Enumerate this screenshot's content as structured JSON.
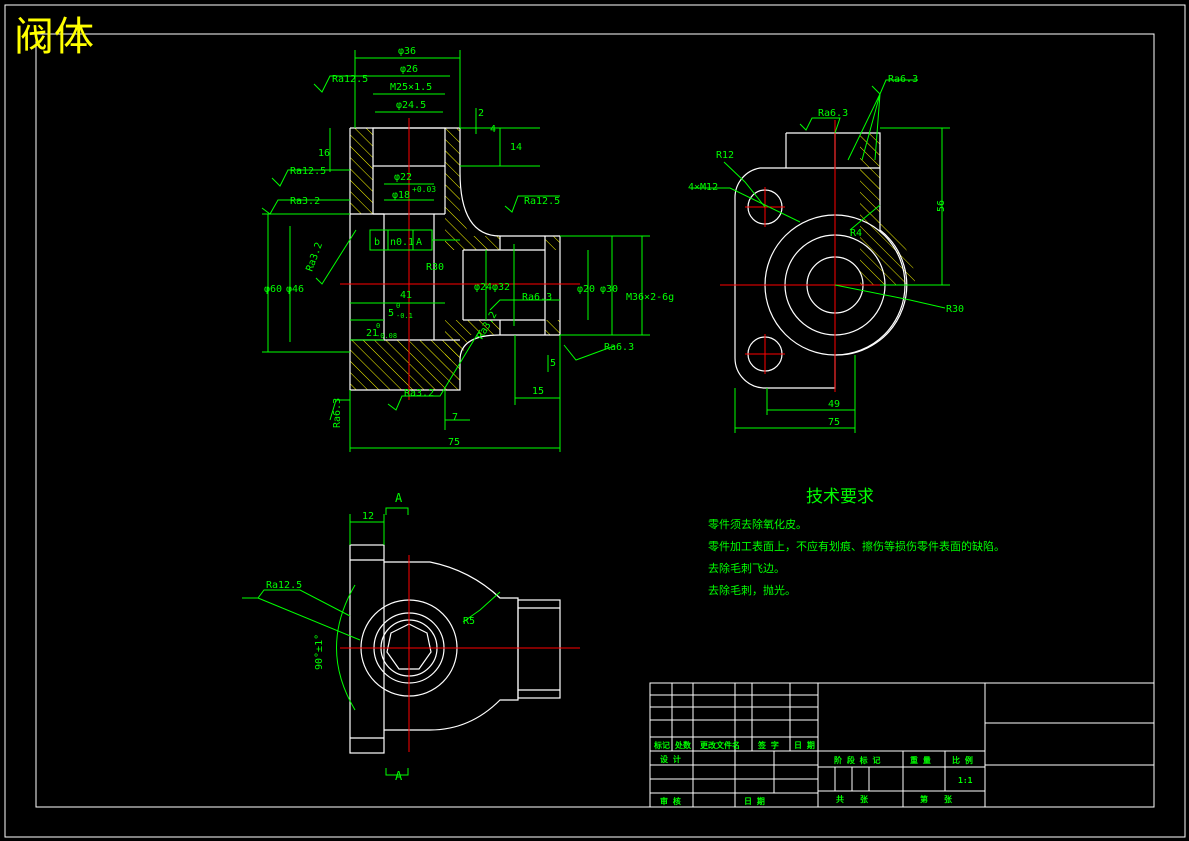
{
  "title": "阀体",
  "colors": {
    "background": "#000000",
    "outline": "#ffffff",
    "dimension": "#00ff00",
    "center": "#ff0000",
    "hatch": "#ffff00",
    "title_text": "#ffff00"
  },
  "front_view": {
    "dims": {
      "d36": "φ36",
      "d26": "φ26",
      "m25": "M25×1.5",
      "d24_5": "φ24.5",
      "d22": "φ22",
      "d18": "φ18",
      "d18_tol": "+0.03",
      "d60": "φ60",
      "d46": "φ46",
      "d24": "φ24",
      "d32": "φ32",
      "d20": "φ20",
      "d30": "φ30",
      "m36": "M36×2-6g",
      "l2": "2",
      "l4": "4",
      "l14": "14",
      "l16": "16",
      "l41": "41",
      "l5": "5",
      "l5_tol": "-0.1",
      "l5_tol_top": "0",
      "l21": "21",
      "l21_tol": "-0.08",
      "l21_tol_top": "0",
      "l7": "7",
      "l15": "15",
      "l5b": "5",
      "l75": "75",
      "r30": "R30"
    },
    "tolerance_frame": [
      "b",
      "n0.1",
      "A"
    ],
    "roughness": {
      "ra12_5a": "Ra12.5",
      "ra12_5b": "Ra12.5",
      "ra3_2a": "Ra3.2",
      "ra3_2b": "Ra3.2",
      "ra3_2c": "Ra3.2",
      "ra12_5c": "Ra12.5",
      "ra6_3a": "Ra6.3",
      "ra6_3b": "Ra6.3",
      "ra6_3c": "Ra6.3",
      "ra3_2d": "Ra3.2"
    }
  },
  "side_view": {
    "dims": {
      "r12": "R12",
      "holes": "4×M12",
      "r4": "R4",
      "r30": "R30",
      "l49": "49",
      "l75": "75",
      "l56": "56"
    },
    "roughness": {
      "ra6_3a": "Ra6.3",
      "ra6_3b": "Ra6.3"
    }
  },
  "top_view": {
    "dims": {
      "l12": "12",
      "a_top": "A",
      "a_bottom": "A",
      "r5": "R5",
      "angle": "90°±1°"
    },
    "roughness": {
      "ra12_5": "Ra12.5"
    }
  },
  "technical_requirements": {
    "heading": "技术要求",
    "items": [
      "零件须去除氧化皮。",
      "零件加工表面上，不应有划痕、擦伤等损伤零件表面的缺陷。",
      "去除毛刺飞边。",
      "去除毛刺，抛光。"
    ]
  },
  "title_block": {
    "mark": "标记",
    "count": "处数",
    "change_doc": "更改文件名",
    "signature": "签 字",
    "date": "日 期",
    "design": "设 计",
    "review": "审 核",
    "stage_mark": "阶 段 标 记",
    "weight": "重 量",
    "scale_label": "比 例",
    "scale_value": "1:1",
    "sheets_total": "共　　张",
    "sheet_no": "第　　张",
    "approve_date": "日 期"
  }
}
